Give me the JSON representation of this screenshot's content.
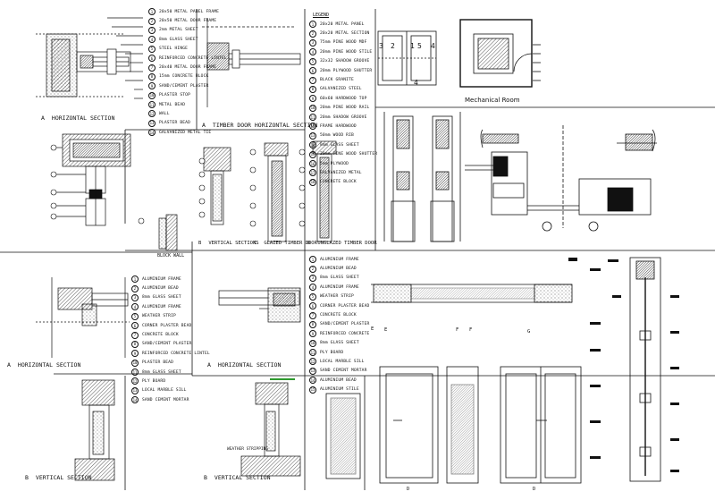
{
  "legend_right": {
    "title": "LEGEND",
    "items": [
      "20x20 METAL PANEL",
      "20x20 METAL SECTION",
      "75mm PINE WOOD MDF",
      "20mm PINE WOOD STILE",
      "32x32 SHADOW GROOVE",
      "20mm PLYWOOD SHUTTER",
      "BLACK GRANITE",
      "GALVANIZED STEEL",
      "60x60 HARDWOOD TOP",
      "20mm PINE WOOD RAIL",
      "20mm SHADOW GROOVE",
      "FRAME HARDWOOD",
      "50mm WOOD RIB",
      "8mm GLASS SHEET",
      "20mm PINE WOOD SHUTTER",
      "5mm PLYWOOD",
      "GALVANIZED METAL",
      "CONCRETE BLOCK"
    ]
  },
  "legend_top": {
    "items": [
      "20x50 METAL PANEL FRAME",
      "20x50 METAL DOOR FRAME",
      "2mm METAL SHEET",
      "8mm GLASS SHEET",
      "STEEL HINGE",
      "REINFORCED CONCRETE LINTEL",
      "20x40 METAL DOOR FRAME",
      "15mm CONCRETE BLOCK",
      "SAND/CEMENT PLASTER",
      "PLASTER STOP",
      "METAL BEAD",
      "WALL",
      "PLASTER BEAD",
      "GALVANIZED METAL TIE"
    ]
  },
  "legend_mid_left": {
    "items": [
      "ALUMINIUM FRAME",
      "ALUMINIUM BEAD",
      "8mm GLASS SHEET",
      "ALUMINIUM FRAME",
      "WEATHER STRIP",
      "CORNER PLASTER BEAD",
      "CONCRETE BLOCK",
      "SAND/CEMENT PLASTER",
      "REINFORCED CONCRETE LINTEL",
      "PLASTER BEAD",
      "8mm GLASS SHEET",
      "PLY BOARD",
      "LOCAL MARBLE SILL",
      "SAND CEMENT MORTAR"
    ]
  },
  "legend_mid_right": {
    "items": [
      "ALUMINIUM FRAME",
      "ALUMINIUM BEAD",
      "8mm GLASS SHEET",
      "ALUMINIUM FRAME",
      "WEATHER STRIP",
      "CORNER PLASTER BEAD",
      "CONCRETE BLOCK",
      "SAND/CEMENT PLASTER",
      "REINFORCED CONCRETE",
      "8mm GLASS SHEET",
      "PLY BOARD",
      "LOCAL MARBLE SILL",
      "SAND CEMENT MORTAR",
      "ALUMINIUM BEAD",
      "ALUMINIUM STILE"
    ]
  },
  "captions": {
    "horizontal_section_1": {
      "letter": "A",
      "text": "HORIZONTAL SECTION"
    },
    "timber_door": {
      "letter": "A",
      "text": "TIMBER DOOR HORIZONTAL SECTION"
    },
    "vertical_sections": {
      "letter": "B",
      "text": "VERTICAL SECTIONS"
    },
    "glazed_timber": {
      "letter": "C",
      "text": "GLAZED TIMBER DOOR"
    },
    "unglazed_timber": {
      "letter": "D",
      "text": "UNGLAZED TIMBER DOOR"
    },
    "block_wall": {
      "text": "BLOCK WALL"
    },
    "horizontal_section_2": {
      "letter": "A",
      "text": "HORIZONTAL SECTION"
    },
    "horizontal_section_3": {
      "letter": "A",
      "text": "HORIZONTAL SECTION"
    },
    "vertical_section_1": {
      "letter": "B",
      "text": "VERTICAL SECTION"
    },
    "vertical_section_2": {
      "letter": "B",
      "text": "VERTICAL SECTION"
    },
    "weather_stripping": {
      "text": "WEATHER STRIPPING"
    },
    "mechanical_room": {
      "text": "Mechanical Room"
    }
  },
  "window_marks": [
    "3",
    "2",
    "1",
    "5",
    "4",
    "4"
  ],
  "section_marks": [
    "E",
    "F",
    "G",
    "E",
    "F",
    "D",
    "D"
  ]
}
